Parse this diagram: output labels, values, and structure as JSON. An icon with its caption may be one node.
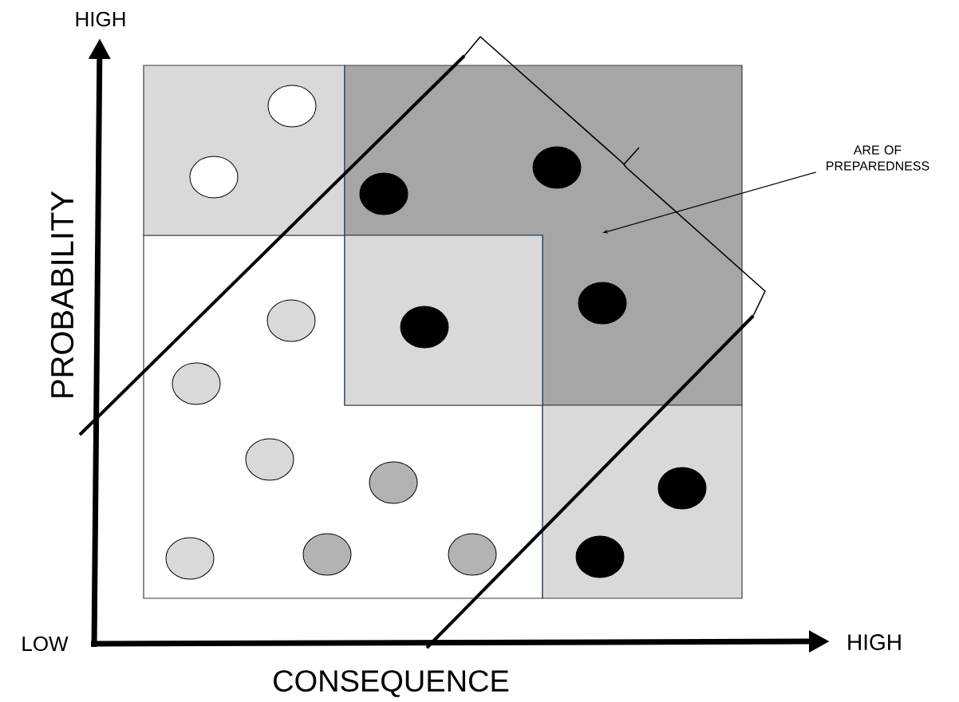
{
  "diagram": {
    "nodes": [
      {
        "text": [
          "ARE OF PREPAREDNESS"
        ]
      },
      {
        "text": [],
        "shape": "box"
      }
    ],
    "edges": [
      {
        "from": 0,
        "to": 1,
        "arrow": "to"
      }
    ],
    "labels": [
      "HIGH",
      "PROBABILITY",
      "LOW",
      "HIGH",
      "CONSEQUENCE"
    ]
  }
}
